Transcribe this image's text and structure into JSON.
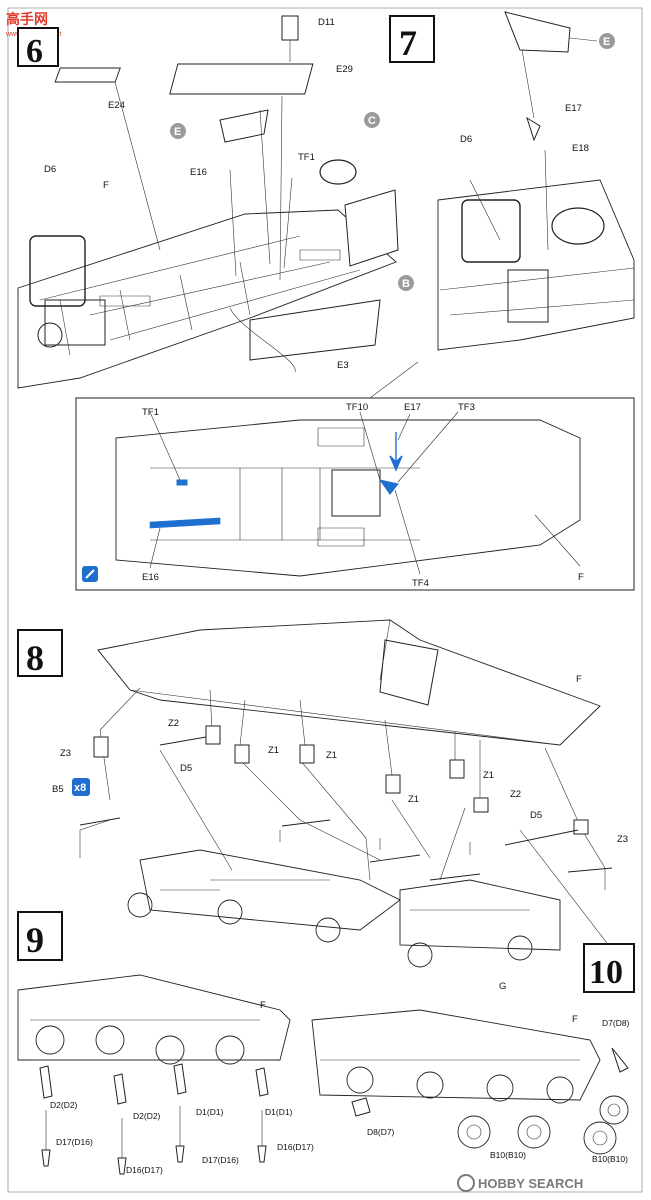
{
  "watermark_top": {
    "cjk": "高手网",
    "url": "www.gaoshou.net"
  },
  "watermark_bottom": {
    "brand": "HOBBY SEARCH"
  },
  "steps": {
    "s6": "6",
    "s7": "7",
    "s8": "8",
    "s9": "9",
    "s10": "10"
  },
  "badges": {
    "E": "E",
    "C": "C",
    "B": "B",
    "x8": "x8"
  },
  "step6": {
    "D11": "D11",
    "E29": "E29",
    "E24": "E24",
    "E": "E",
    "E16": "E16",
    "TF1": "TF1",
    "D6": "D6",
    "F": "F",
    "E3": "E3",
    "C": "C",
    "B": "B"
  },
  "step7": {
    "E": "E",
    "E17": "E17",
    "E18": "E18",
    "D6": "D6"
  },
  "detail": {
    "TF1": "TF1",
    "TF10": "TF10",
    "E17": "E17",
    "TF3": "TF3",
    "E16": "E16",
    "TF4": "TF4",
    "F": "F"
  },
  "step8": {
    "Z3a": "Z3",
    "Z2a": "Z2",
    "D5a": "D5",
    "Z1a": "Z1",
    "Z1b": "Z1",
    "Z1c": "Z1",
    "Z1d": "Z1",
    "Z2b": "Z2",
    "D5b": "D5",
    "Z3b": "Z3",
    "B5": "B5",
    "F": "F",
    "G": "G"
  },
  "step9": {
    "F": "F",
    "D2a": "D2(D2)",
    "D2b": "D2(D2)",
    "D1a": "D1(D1)",
    "D1b": "D1(D1)",
    "D17a": "D17(D16)",
    "D16a": "D16(D17)",
    "D17b": "D17(D16)",
    "D16b": "D16(D17)"
  },
  "step10": {
    "F": "F",
    "D7": "D7(D8)",
    "D8": "D8(D7)",
    "B10a": "B10(B10)",
    "B10b": "B10(B10)"
  }
}
